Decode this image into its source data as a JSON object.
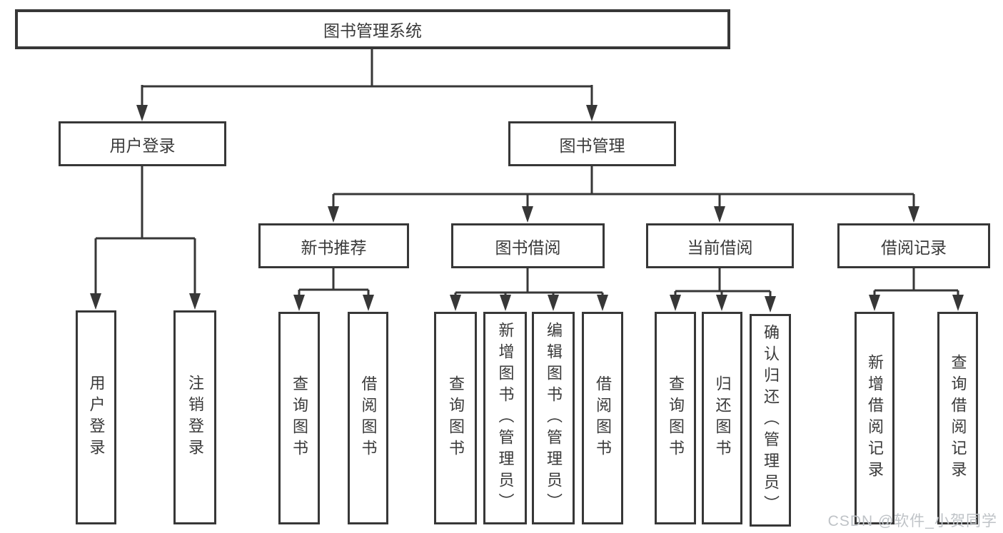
{
  "colors": {
    "line": "#373737",
    "text": "#3a3a3a",
    "box_background": "#ffffff",
    "watermark": "#bfc3c7",
    "background": "#ffffff"
  },
  "watermark": {
    "text": "CSDN @软件_小贺同学"
  },
  "tree": {
    "label": "图书管理系统",
    "children": [
      {
        "label": "用户登录",
        "children": [
          {
            "label": "用户登录"
          },
          {
            "label": "注销登录"
          }
        ]
      },
      {
        "label": "图书管理",
        "children": [
          {
            "label": "新书推荐",
            "children": [
              {
                "label": "查询图书"
              },
              {
                "label": "借阅图书"
              }
            ]
          },
          {
            "label": "图书借阅",
            "children": [
              {
                "label": "查询图书"
              },
              {
                "label": "新增图书（管理员）"
              },
              {
                "label": "编辑图书（管理员）"
              },
              {
                "label": "借阅图书"
              }
            ]
          },
          {
            "label": "当前借阅",
            "children": [
              {
                "label": "查询图书"
              },
              {
                "label": "归还图书"
              },
              {
                "label": "确认归还（管理员）"
              }
            ]
          },
          {
            "label": "借阅记录",
            "children": [
              {
                "label": "新增借阅记录"
              },
              {
                "label": "查询借阅记录"
              }
            ]
          }
        ]
      }
    ]
  }
}
